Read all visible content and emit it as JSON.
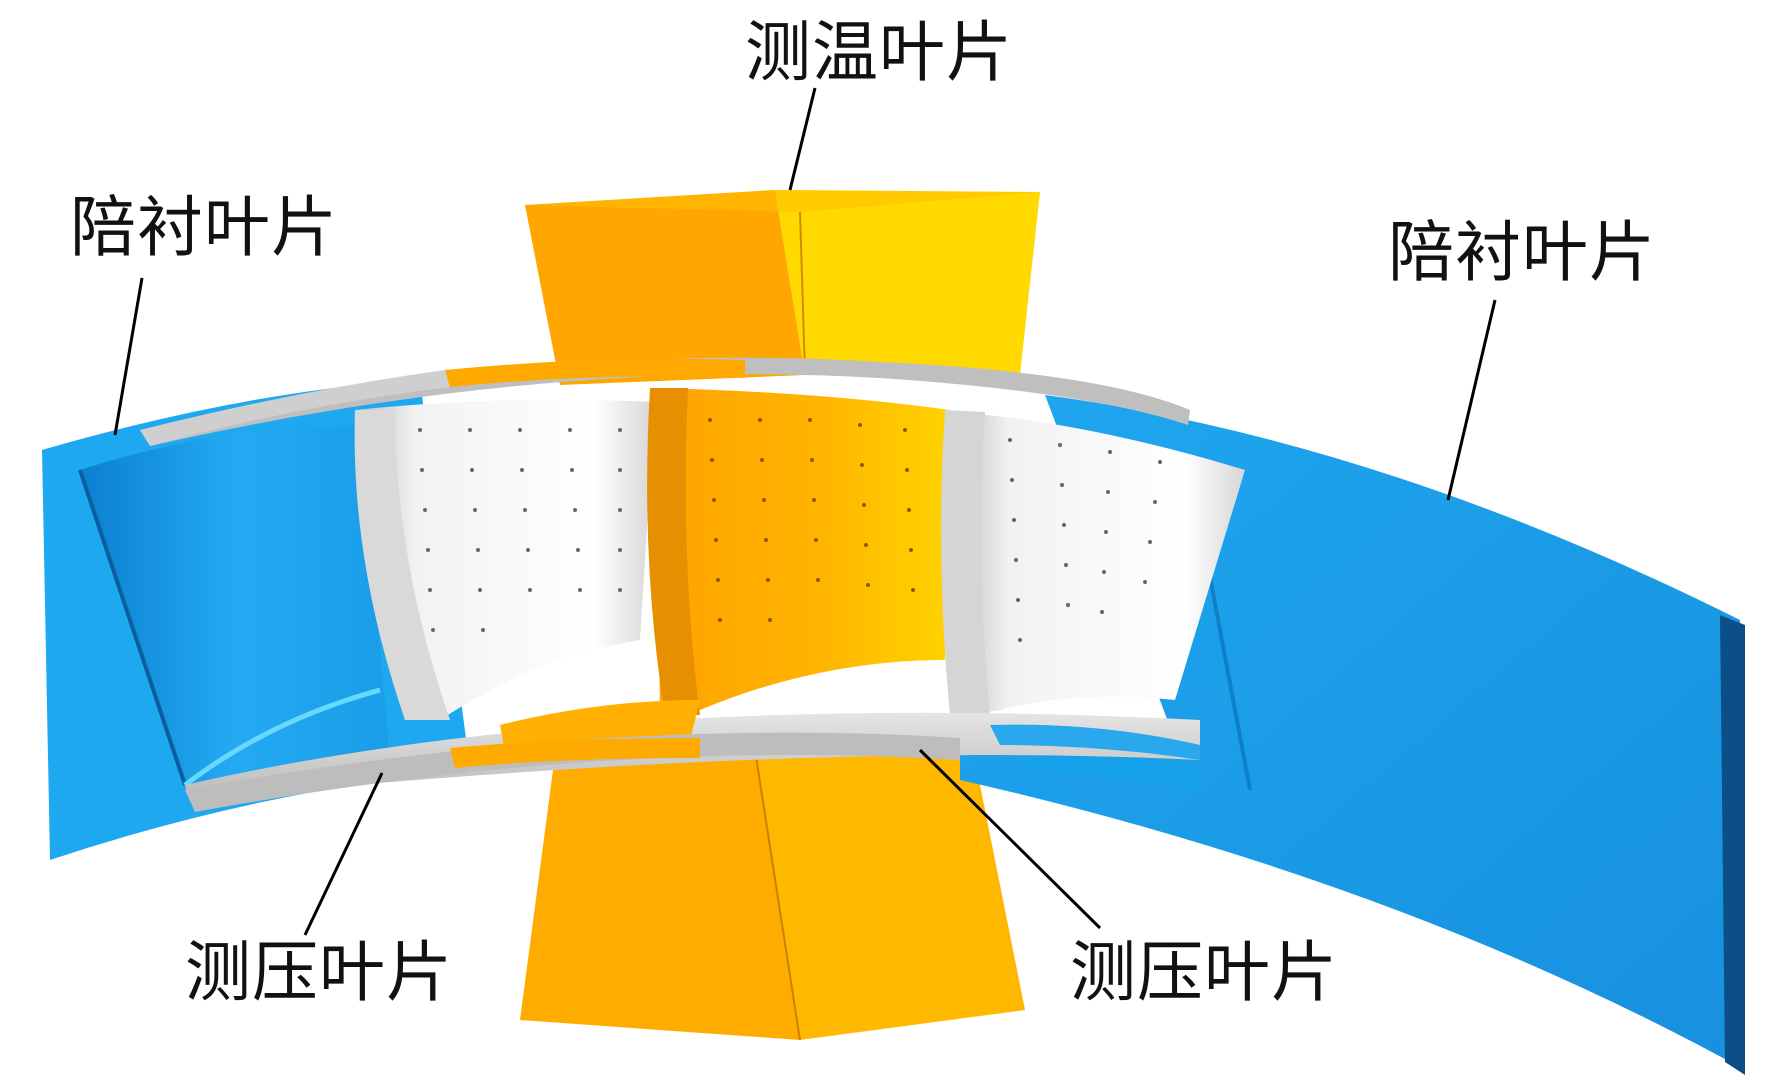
{
  "labels": {
    "top_center": "测温叶片",
    "top_left": "陪衬叶片",
    "top_right": "陪衬叶片",
    "bottom_left": "测压叶片",
    "bottom_right": "测压叶片"
  },
  "colors": {
    "companion_blade": "#1ea8f0",
    "companion_blade_dark": "#0b6fb8",
    "temp_blade": "#ffb000",
    "temp_blade_light": "#ffd400",
    "pressure_blade": "#e8e8e8",
    "endwall": "#c8c8c8",
    "leader_line": "#000000"
  }
}
